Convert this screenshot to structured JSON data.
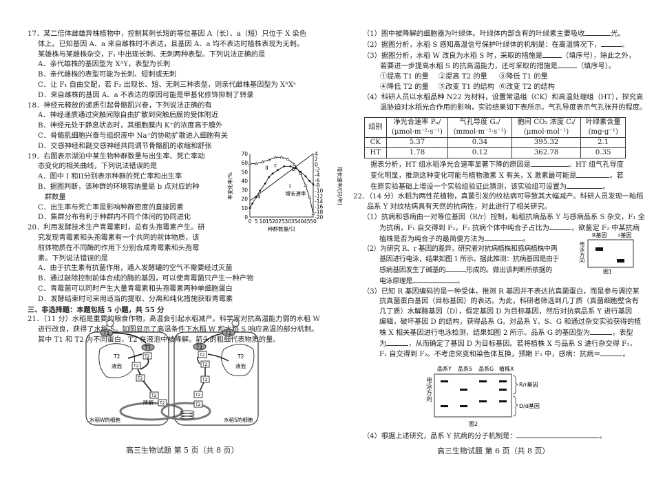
{
  "left": {
    "q17": [
      "17．某二倍体雌雄异株植物中，控制其刺长短的等位基因 A（长）、a（短）只位于 X 染色",
      "体上。已知基因 A、a 来自雌株时不表达，且基因 A、a 均不表达时植株表现为无刺。",
      "某雄株与某雌株杂交，F₁ 中出现长刺、无刺两种表型。下列说法正确的是",
      "A．亲代雄株的基因型为 XᴬY，表型为长刺",
      "B．亲代雌株的表型可能为长刺、短刺或无刺",
      "C．让 F₁ 自由交配，若 F₂ 出现长、短、无刺三种表型，则亲代雌株基因型为 XᴬXᵃ",
      "D．来自雌株的基因 A、a 不表达的原因可能是甲基化修饰抑制了转录"
    ],
    "q18": [
      "18．神经元释放的递质引起骨骼肌兴奋，下列说法正确的有",
      "A．神经递质通过突触间隙自由扩散到突触后膜的受体附近",
      "B．神经元处于静息状态时，其细胞膜内 K⁺的浓度高于膜外",
      "C．骨骼肌细胞兴奋与组织液中 Na⁺的协助扩散进入细胞有关",
      "D．交感神经和副交感神经共同调节骨骼肌的收缩和舒张"
    ],
    "q19": [
      "19．右图表示湖泊中某生物种群数量与出生率、死亡率动",
      "态变化的相关曲线，下列说法错误的是",
      "A．图中 I 和II分别表示种群的死亡率和出生率",
      "B．据图判断，该种群的环境容纳量是 b 点对应的种",
      "群数量",
      "C．出生率与死亡率是影响种群密度的直接因素",
      "D．集群分布有利于种群内不同个体间的协同进化"
    ],
    "q20": [
      "20．利用发酵技术生产青霉素时，总有头孢霉素产生。研",
      "究发现青霉素和头孢霉素有一个共同的前体物质，该",
      "前体物质在不同酶的作用下分别合成青霉素和头孢霉",
      "素。下列说法错误的是",
      "A．由于抗生素有抗菌作用，通入发酵罐的空气不需要经过灭菌",
      "B．通过敲除控制前体合成的酶的基因，可以使青霉菌只产生一种产物",
      "C．青霉菌可以同时产生大量青霉素和头孢霉素两种单细胞蛋白",
      "D．发酵结束时可采用适当的提取、分离和纯化措施获取青霉素"
    ],
    "section": "三、非选择题：本题包括 5 小题，共 55 分",
    "q21": [
      "21．（11 分）水稻是重要的粮食作物，高温会引起水稻减产。科学家对抗高温能力弱的水稻 W",
      "进行改良，获得了水稻 S。如图显示了高温条件下水稻 W 和水稻 S 响应高温的部分机制。",
      "其中 T1 和 T2 为不同蛋白，T2 在液泡中被降解。箭头的粗细代表物质的量。"
    ],
    "footer": "高三生物试题  第 5 页（共 8 页）"
  },
  "chart19": {
    "ylabel_left": "率变化率/%",
    "ylabel_right": "增长速率/(只/年)",
    "xlabel": "种群数量/只",
    "xticks": [
      "5",
      "10",
      "15",
      "20",
      "25",
      "30",
      "35",
      "40",
      "45",
      "50"
    ],
    "yticks_left": [
      "0",
      "10",
      "20",
      "30",
      "40",
      "50",
      "60",
      "70"
    ],
    "yticks_right": [
      "4",
      "2",
      "0",
      "-2",
      "-4",
      "-6",
      "-8",
      "-10",
      "-12",
      "-14",
      "-16",
      "-18",
      "-20"
    ],
    "labels": {
      "I": "I",
      "II": "II",
      "a": "a",
      "b": "b",
      "c": "c",
      "growth": "增长速率"
    },
    "series_I": [
      [
        0,
        18
      ],
      [
        50,
        70
      ]
    ],
    "series_II": [
      [
        0,
        10
      ],
      [
        2,
        15
      ],
      [
        5,
        22
      ],
      [
        8,
        29
      ],
      [
        12,
        37
      ],
      [
        15,
        44
      ],
      [
        18,
        48
      ],
      [
        22,
        52
      ],
      [
        27,
        56
      ],
      [
        32,
        56
      ],
      [
        36,
        54
      ],
      [
        40,
        50
      ],
      [
        44,
        45
      ],
      [
        47,
        40
      ],
      [
        50,
        36
      ]
    ],
    "series_growth": [
      [
        0,
        59
      ],
      [
        5,
        59
      ],
      [
        10,
        61
      ],
      [
        15,
        63
      ],
      [
        20,
        66
      ],
      [
        25,
        66
      ],
      [
        30,
        64
      ],
      [
        35,
        58
      ],
      [
        40,
        48
      ],
      [
        44,
        35
      ],
      [
        47,
        22
      ],
      [
        50,
        4
      ]
    ]
  },
  "fig21": {
    "t1": "T1",
    "t2": "T2",
    "vacuole": "液泡",
    "degrade": "降解",
    "cell_w": "水稻W的细胞",
    "cell_s": "水稻S的细胞"
  },
  "right": {
    "q21_sub": [
      "（1）图中被降解的细胞器为叶绿体。叶绿体内部含有的叶绿素主要吸收",
      "光。",
      "（2）据图分析，水稻 S 感知高温信号保护叶绿体的机制是：在高温情况下，",
      "。",
      "（3）据图分析，水稻 W 改良为水稻 S 时，采取的措施是",
      "（填序号），除此之外，",
      "若要进一步提高水稻 S 的抗高温能力，还可采取的措施是",
      "（填序号）。"
    ],
    "options": [
      "①提高 T1 的量",
      "②提高 T2 的量",
      "③降低 T1 的量",
      "④降低 T2 的量",
      "⑤改变 T1 的结构",
      "⑥改变 T2 的结构"
    ],
    "q21_4": [
      "（4）科研人员以水稻品种 N22 为材料，设置常温组（CK）和高温处理组（HT），探究高",
      "温胁迫对水稻光合作用的影响，实验结果如下表所示。气孔导度表示气孔张开的程度。"
    ],
    "table": {
      "headers": [
        [
          "组别"
        ],
        [
          "净光合速率 Pₙ/",
          "(μmol·m⁻²·s⁻¹)"
        ],
        [
          "气孔导度 Gₛ/",
          "(mmol·m⁻²·s⁻¹)"
        ],
        [
          "胞间 CO₂ 浓度 Cᵢ/",
          "(μmol·mol⁻¹)"
        ],
        [
          "叶绿素含量",
          "(mg·g⁻¹)"
        ]
      ],
      "rows": [
        [
          "CK",
          "5.37",
          "0.34",
          "395.32",
          "2.1"
        ],
        [
          "HT",
          "1.78",
          "0.12",
          "362.78",
          "0.35"
        ]
      ]
    },
    "after_table": [
      "据表分析，HT 组水稻净光合速率显著下降的原因是",
      "。HT 组气孔导度",
      "变化明显，推测这种变化可能与植物激素 X 有关，X 激素最可能是",
      "。若",
      "在原实验基础上增设一个实验组验证此猜测，该实验组可设置为",
      "。"
    ],
    "q22": [
      "22．（14 分）水稻为两性花植物，真菌引发的纹枯病可导致其大幅减产。科研人员发现一籼稻",
      "品系 Y 对纹枯病具有天然的抗病性，对此进行了相关研究。"
    ],
    "q22_1": [
      "（1）抗病和感病由一对等位基因（R/r）控制，籼稻抗病品系 Y 与感病品系 S 杂交，F₁ 全",
      "为抗病，F₁ 自交得到 F₂，F₂ 抗病个体中纯合子占比为",
      "，欲鉴定 F₂ 中某抗病",
      "植株是否为纯合子的最简便方法为",
      "。"
    ],
    "q22_2": [
      "（2）为研究 R、r 基因的差异，研究者对抗病植株和感病植株中两",
      "基因进行电泳，结果如图 1 所示。据此推测：抗病基因是由于",
      "感病基因发生了碱基的",
      "形成的。做出该判断所依据的",
      "电泳原理是",
      "。"
    ],
    "fig1": {
      "r_gene": "R基因",
      "r_small": "r基因",
      "direction": "电泳方向",
      "caption": "图1"
    },
    "q22_3": [
      "（3）已知 R 基因编码的是一种受体，推测 R 基因并不表达抗真菌蛋白，而是参与调控某",
      "抗真菌蛋白基因（目标基因）的表达。为此，科研者筛选到几丁质（真菌细胞壁含有",
      "几丁质）水解酶基因（D），假定基因 D 为目标基因，然后对抗病品系 Y 进行基因",
      "编辑，破坏基因 D 的结构，获得品系 G。对品系 Y、S、G 和通过杂交实验获得的植",
      "株 X 相关基因进行电泳检测，结果如图 2 所示。品系 G 的基因型为",
      "，表型",
      "为",
      "，从而确定了基因 D 为目标基因。若将植株 X 与品系 S 进行杂交得 F₁，",
      "F₁ 自交得到 F₂。不考虑突变和染色体互换，预期 F₂ 中，感病：抗病＝",
      "。"
    ],
    "fig2": {
      "columns": [
        "品系Y",
        "品系S",
        "品系G",
        "植株X"
      ],
      "direction": "电泳方向",
      "rr": "R/r基因",
      "dd": "D/d基因",
      "caption": "图2"
    },
    "q22_4": [
      "（4）根据上述研究，品系 Y 抗病的分子机制是：",
      "。"
    ],
    "footer": "高三生物试题  第 6 页（共 8 页）"
  }
}
